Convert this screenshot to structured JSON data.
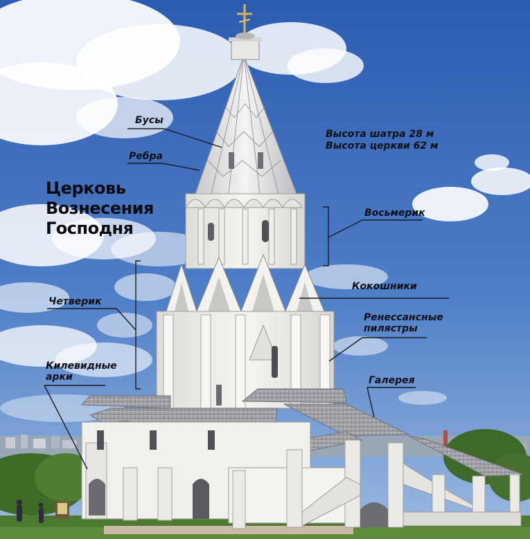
{
  "title": {
    "line1": "Церковь",
    "line2": "Вознесения",
    "line3": "Господня"
  },
  "heights": {
    "tent": "Высота шатра 28 м",
    "church": "Высота церкви 62 м"
  },
  "labels": {
    "busy": "Бусы",
    "rebra": "Ребра",
    "vosmerik": "Восьмерик",
    "kokoshniki": "Кокошники",
    "chetverik": "Четверик",
    "pilasters_line1": "Ренессансные",
    "pilasters_line2": "пилястры",
    "arches_line1": "Килевидные",
    "arches_line2": "арки",
    "galereya": "Галерея"
  },
  "colors": {
    "sky_top": "#2f5fb3",
    "sky_bottom": "#8fb2de",
    "wall": "#f2f1ee",
    "roof": "#a9abb0",
    "grass": "#4c7a2e",
    "leader": "#1a1a20"
  }
}
